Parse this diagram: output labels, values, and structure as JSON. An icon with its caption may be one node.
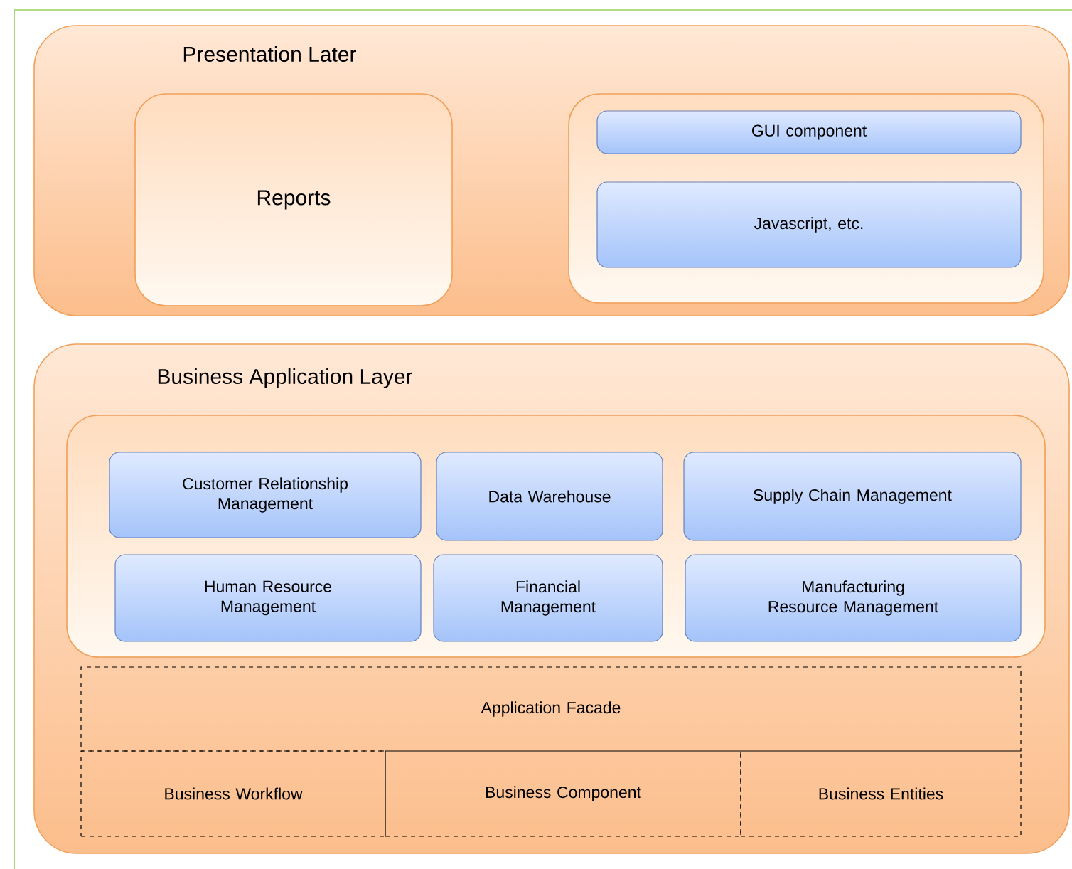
{
  "diagram": {
    "nodes": [
      {
        "text": [
          "Presentation Later"
        ]
      },
      {
        "text": [
          "Reports"
        ],
        "in": 0
      },
      {
        "text": [],
        "shape": "box",
        "in": 0
      },
      {
        "text": [
          "GUI component"
        ],
        "in": 2
      },
      {
        "text": [
          "Javascript, etc."
        ],
        "in": 2
      },
      {
        "text": [
          "Business Application Layer"
        ]
      },
      {
        "text": [],
        "shape": "box",
        "in": 5
      },
      {
        "text": [
          "Customer Relationship Management"
        ],
        "in": 6
      },
      {
        "text": [
          "Data Warehouse"
        ],
        "in": 6
      },
      {
        "text": [
          "Supply Chain Management"
        ],
        "in": 6
      },
      {
        "text": [
          "Human Resource Management"
        ],
        "in": 6
      },
      {
        "text": [
          "Financial Management"
        ],
        "in": 6
      },
      {
        "text": [
          "Manufacturing Resource Management"
        ],
        "in": 6
      },
      {
        "text": [
          "Application Facade"
        ],
        "in": 5
      },
      {
        "text": [
          "Business Workflow"
        ],
        "in": 5
      },
      {
        "text": [
          "Business Component"
        ],
        "in": 5
      },
      {
        "text": [
          "Business Entities"
        ],
        "in": 5
      }
    ]
  }
}
